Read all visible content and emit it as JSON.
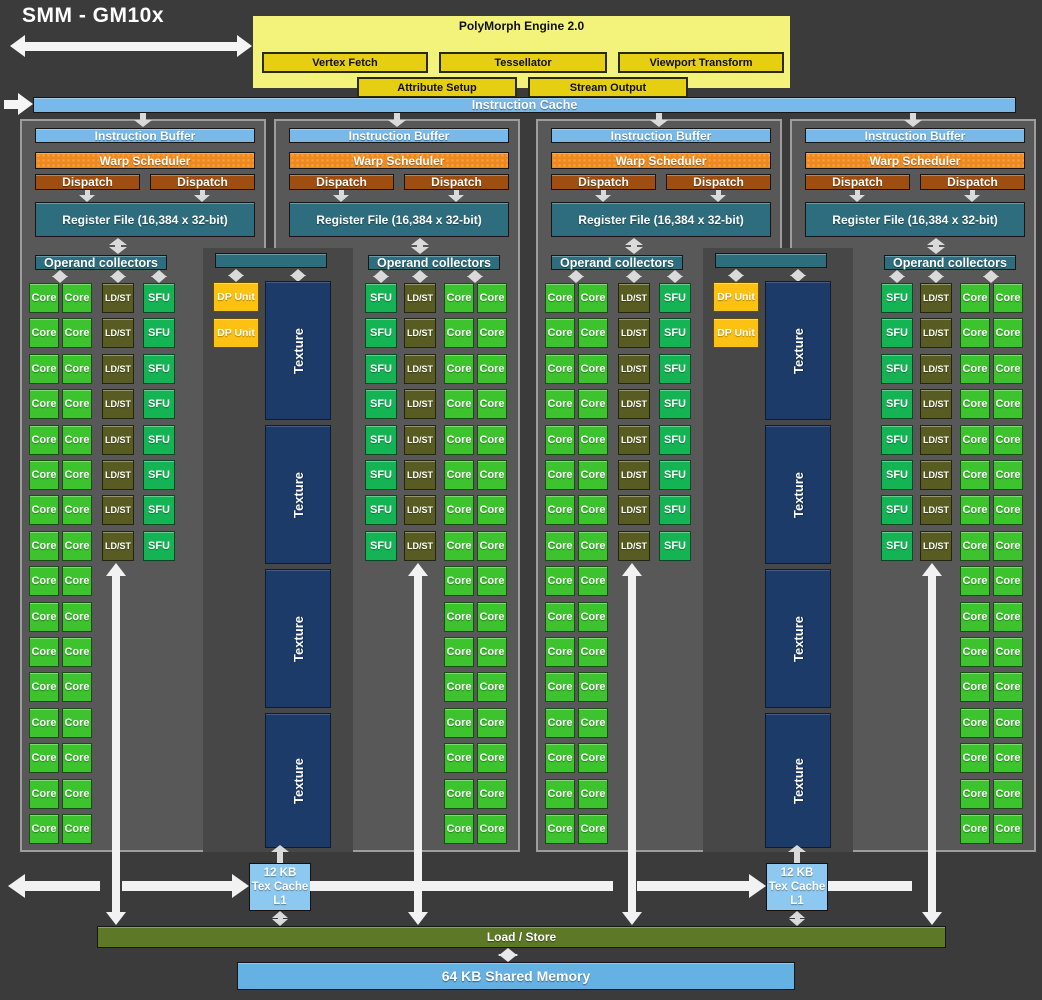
{
  "title": "SMM - GM10x",
  "polymorph": {
    "title": "PolyMorph Engine 2.0",
    "units": [
      "Vertex Fetch",
      "Tessellator",
      "Viewport Transform",
      "Attribute Setup",
      "Stream Output"
    ]
  },
  "instruction_cache": "Instruction Cache",
  "quadrant_labels": {
    "instruction_buffer": "Instruction Buffer",
    "warp_scheduler": "Warp Scheduler",
    "dispatch": "Dispatch",
    "register_file": "Register File (16,384 x 32-bit)",
    "operand_collectors": "Operand collectors"
  },
  "cells": {
    "core": "Core",
    "ldst": "LD/ST",
    "sfu": "SFU",
    "core_rows": 16,
    "ldst_rows": 8,
    "sfu_rows": 8,
    "core_columns_per_quadrant": 2
  },
  "quadrants": [
    {
      "layout": "normal"
    },
    {
      "layout": "mirrored"
    },
    {
      "layout": "normal"
    },
    {
      "layout": "mirrored"
    }
  ],
  "mid_panels": [
    {
      "dp_units": [
        "DP Unit",
        "DP Unit"
      ],
      "texture_blocks": [
        "Texture",
        "Texture",
        "Texture",
        "Texture"
      ],
      "tex_cache_lines": [
        "12 KB",
        "Tex Cache",
        "L1"
      ]
    },
    {
      "dp_units": [
        "DP Unit",
        "DP Unit"
      ],
      "texture_blocks": [
        "Texture",
        "Texture",
        "Texture",
        "Texture"
      ],
      "tex_cache_lines": [
        "12 KB",
        "Tex Cache",
        "L1"
      ]
    }
  ],
  "bottom": {
    "load_store": "Load / Store",
    "shared_memory": "64 KB Shared Memory"
  },
  "colors": {
    "background": "#3b3b3b",
    "panel": "#585858",
    "mid_panel": "#474747",
    "blue": "#79b9e9",
    "orange": "#f0891c",
    "dark_orange": "#9d4e10",
    "teal": "#2e6d7d",
    "core_green": "#3cc32e",
    "sfu_green": "#14b455",
    "ldst_olive": "#585c22",
    "dp_gold": "#fdc113",
    "texture_navy": "#1c3b69",
    "cache_blue": "#8cc8ef",
    "load_store_olive": "#5d7826",
    "shared_blue": "#65b1e3",
    "polymorph_yellow": "#f3f37b",
    "polymorph_unit_yellow": "#e6cf13",
    "arrow_white": "#f2f2f2"
  }
}
